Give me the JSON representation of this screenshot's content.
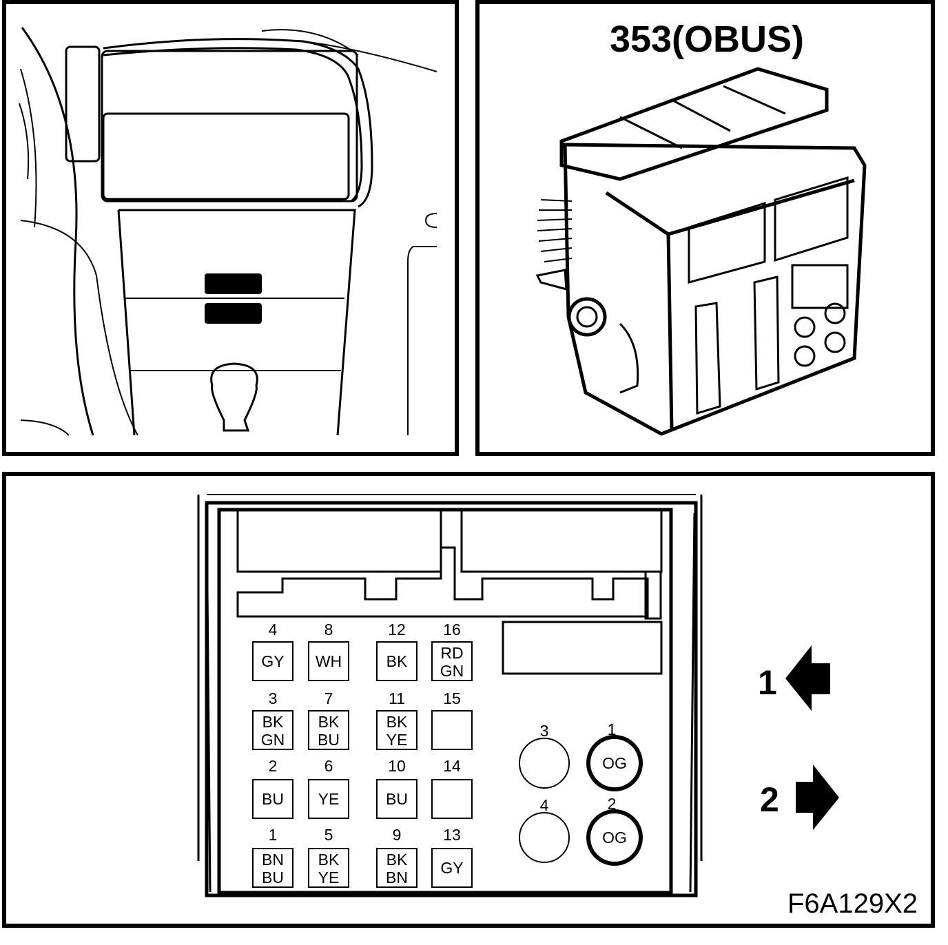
{
  "connector_title": "353(OBUS)",
  "figure_code": "F6A129X2",
  "pins": [
    {
      "num": "4",
      "colors": [
        "GY"
      ]
    },
    {
      "num": "8",
      "colors": [
        "WH"
      ]
    },
    {
      "num": "12",
      "colors": [
        "BK"
      ]
    },
    {
      "num": "16",
      "colors": [
        "RD",
        "GN"
      ]
    },
    {
      "num": "3",
      "colors": [
        "BK",
        "GN"
      ]
    },
    {
      "num": "7",
      "colors": [
        "BK",
        "BU"
      ]
    },
    {
      "num": "11",
      "colors": [
        "BK",
        "YE"
      ]
    },
    {
      "num": "15",
      "colors": []
    },
    {
      "num": "2",
      "colors": [
        "BU"
      ]
    },
    {
      "num": "6",
      "colors": [
        "YE"
      ]
    },
    {
      "num": "10",
      "colors": [
        "BU"
      ]
    },
    {
      "num": "14",
      "colors": []
    },
    {
      "num": "1",
      "colors": [
        "BN",
        "BU"
      ]
    },
    {
      "num": "5",
      "colors": [
        "BK",
        "YE"
      ]
    },
    {
      "num": "9",
      "colors": [
        "BK",
        "BN"
      ]
    },
    {
      "num": "13",
      "colors": [
        "GY"
      ]
    }
  ],
  "round_pins": [
    {
      "num": "3",
      "color": ""
    },
    {
      "num": "1",
      "color": "OG"
    },
    {
      "num": "4",
      "color": ""
    },
    {
      "num": "2",
      "color": "OG"
    }
  ],
  "arrows": [
    {
      "label": "1",
      "direction": "left"
    },
    {
      "label": "2",
      "direction": "right"
    }
  ]
}
